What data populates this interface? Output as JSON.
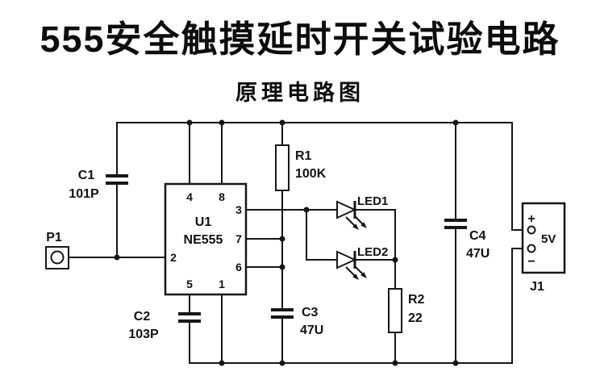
{
  "page": {
    "title": "555安全触摸延时开关试验电路",
    "subtitle": "原理电路图"
  },
  "ic": {
    "ref": "U1",
    "part": "NE555",
    "pin4": "4",
    "pin8": "8",
    "pin3": "3",
    "pin7": "7",
    "pin6": "6",
    "pin2": "2",
    "pin5": "5",
    "pin1": "1"
  },
  "capacitors": {
    "c1": {
      "ref": "C1",
      "value": "101P"
    },
    "c2": {
      "ref": "C2",
      "value": "103P"
    },
    "c3": {
      "ref": "C3",
      "value": "47U"
    },
    "c4": {
      "ref": "C4",
      "value": "47U"
    }
  },
  "resistors": {
    "r1": {
      "ref": "R1",
      "value": "100K"
    },
    "r2": {
      "ref": "R2",
      "value": "22"
    }
  },
  "leds": {
    "led1": {
      "ref": "LED1"
    },
    "led2": {
      "ref": "LED2"
    }
  },
  "touch_pad": {
    "ref": "P1"
  },
  "power": {
    "ref": "J1",
    "voltage": "5V",
    "plus": "+",
    "minus": "−"
  }
}
